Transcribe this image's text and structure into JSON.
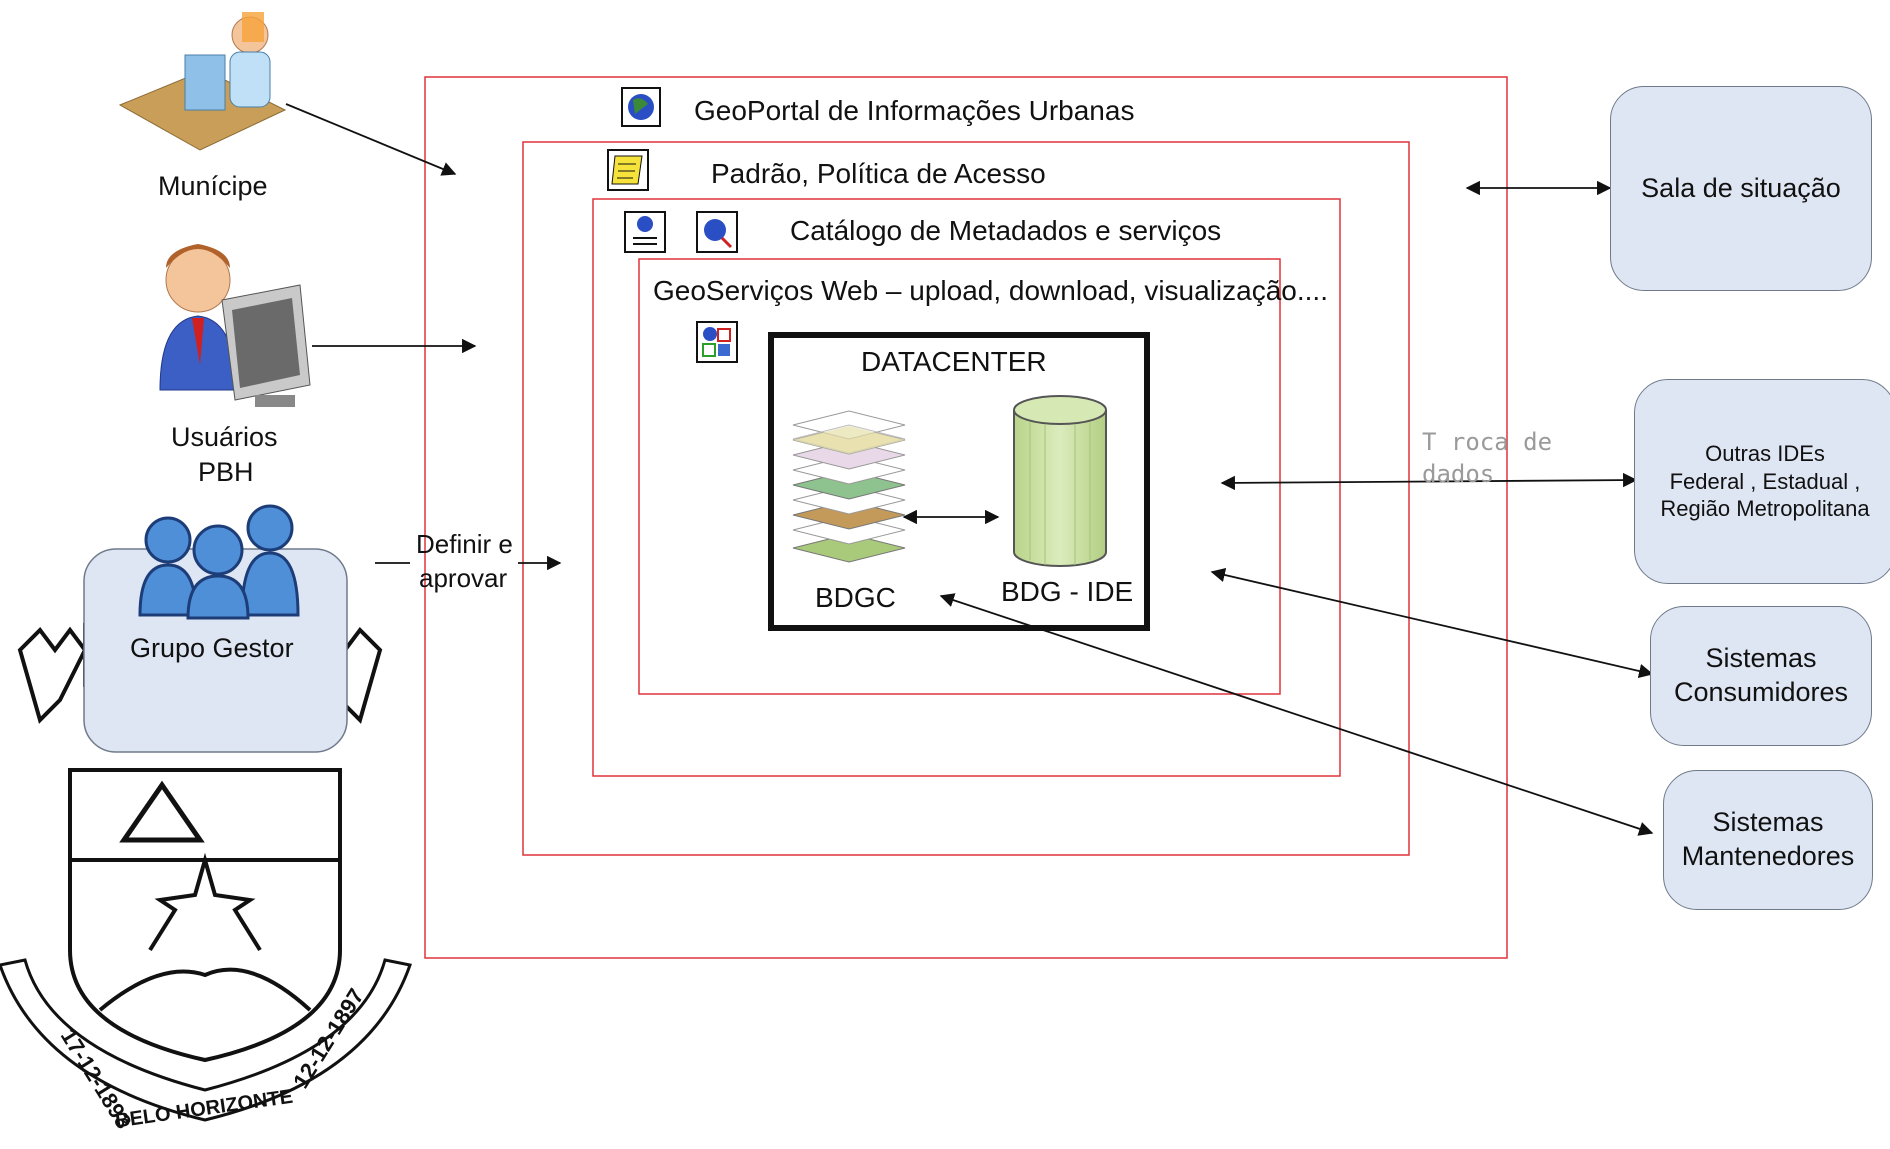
{
  "layers": {
    "geoportal": "GeoPortal de Informações Urbanas",
    "padrao": "Padrão, Política de Acesso",
    "catalogo": "Catálogo de Metadados e serviços",
    "geoservicos": "GeoServiços Web – upload, download, visualização...."
  },
  "datacenter": {
    "title": "DATACENTER",
    "bdgc": "BDGC",
    "bdg_ide": "BDG - IDE"
  },
  "actors": {
    "municipe": "Munícipe",
    "usuarios_line1": "Usuários",
    "usuarios_line2": "PBH",
    "grupo_gestor": "Grupo Gestor",
    "definir_line1": "Definir e",
    "definir_line2": "aprovar"
  },
  "external": {
    "sala": "Sala de situação",
    "outras": "Outras IDEs\nFederal , Estadual ,\nRegião Metropolitana",
    "consumidores": "Sistemas\nConsumidores",
    "mantenedores": "Sistemas\nMantenedores"
  },
  "troca_line1": "T roca  de",
  "troca_line2": "dados",
  "emblem": {
    "date_left": "17-12-1893",
    "city": "BELO HORIZONTE",
    "date_right": "12-12-1897"
  },
  "colors": {
    "frame_red": "#e0343a",
    "box_fill": "#dfe6f3",
    "cylinder": "#cfe3a6"
  },
  "icons": [
    "globe-icon",
    "scroll-icon",
    "metadata-icon",
    "search-globe-icon",
    "services-icon",
    "layers-icon",
    "database-icon",
    "person-computer-icon",
    "businessman-icon",
    "group-icon",
    "coat-of-arms-icon"
  ]
}
